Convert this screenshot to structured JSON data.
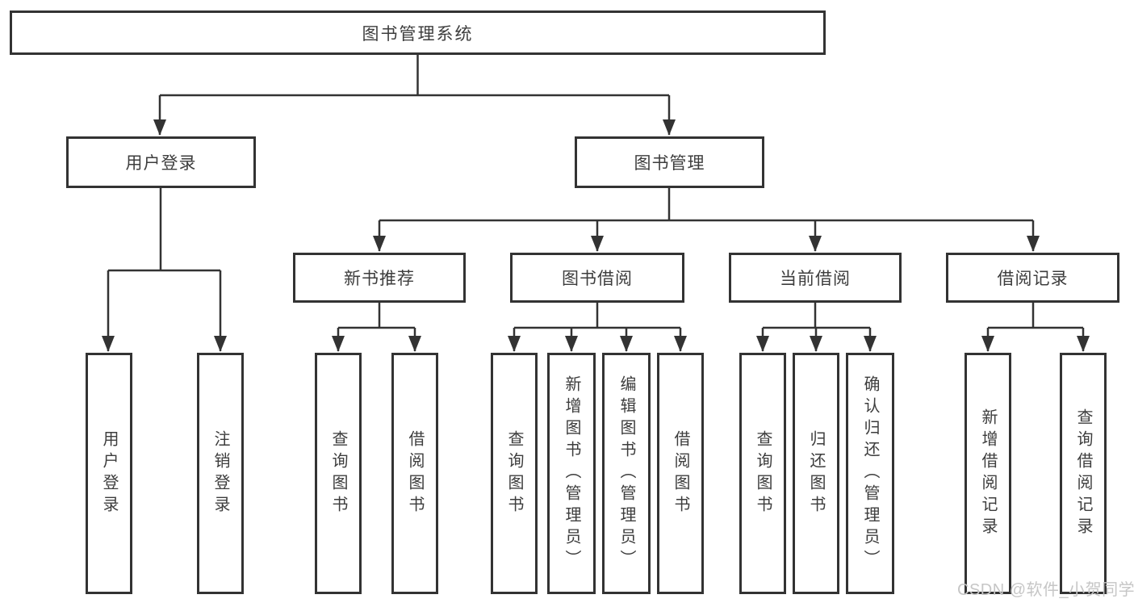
{
  "diagram": {
    "watermark": "CSDN @软件_小贺同学",
    "colors": {
      "line": "#333333",
      "border": "#333333",
      "text": "#3d3d3d",
      "watermark_text": "#c6c6c6",
      "background": "#ffffff"
    }
  },
  "nodes": {
    "root": {
      "label": "图书管理系统"
    },
    "level2": [
      {
        "label": "用户登录"
      },
      {
        "label": "图书管理"
      }
    ],
    "level3": [
      {
        "label": "新书推荐"
      },
      {
        "label": "图书借阅"
      },
      {
        "label": "当前借阅"
      },
      {
        "label": "借阅记录"
      }
    ],
    "leaves": [
      {
        "label": "用户登录"
      },
      {
        "label": "注销登录"
      },
      {
        "label": "查询图书"
      },
      {
        "label": "借阅图书"
      },
      {
        "label": "查询图书"
      },
      {
        "label": "新增图书（管理员）"
      },
      {
        "label": "编辑图书（管理员）"
      },
      {
        "label": "借阅图书"
      },
      {
        "label": "查询图书"
      },
      {
        "label": "归还图书"
      },
      {
        "label": "确认归还（管理员）"
      },
      {
        "label": "新增借阅记录"
      },
      {
        "label": "查询借阅记录"
      }
    ]
  }
}
